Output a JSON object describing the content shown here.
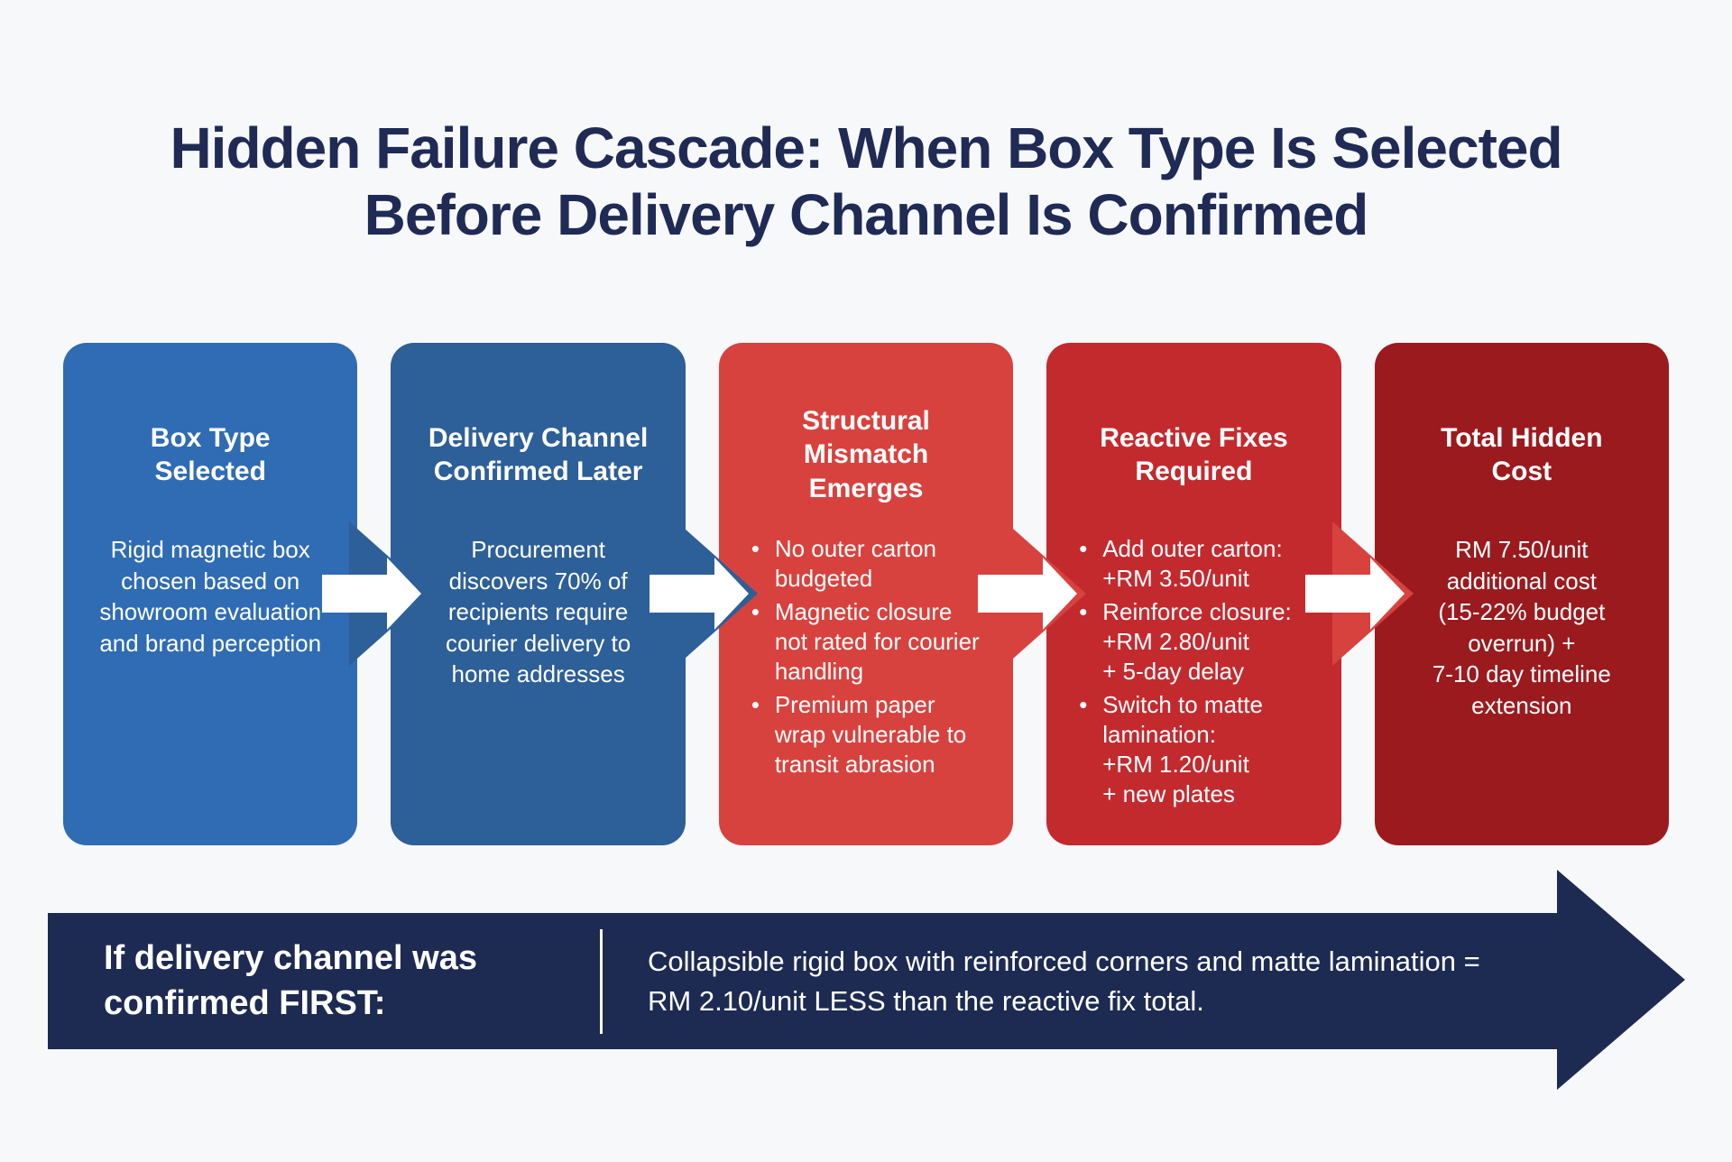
{
  "title": "Hidden Failure Cascade: When Box Type Is Selected Before Delivery Channel Is Confirmed",
  "colors": {
    "background": "#f7f8fa",
    "title_text": "#1f2b55",
    "banner_navy": "#1d2a52",
    "box_text": "#ffffff"
  },
  "stages": [
    {
      "heading": "Box Type Selected",
      "body": "Rigid magnetic box chosen based on showroom evaluation and brand perception",
      "color": "#2f6cb4"
    },
    {
      "heading": "Delivery Channel Confirmed Later",
      "body": "Procurement discovers 70% of recipients require courier delivery to home addresses",
      "color": "#2d5f98"
    },
    {
      "heading": "Structural Mismatch Emerges",
      "bullets": [
        "No outer carton budgeted",
        "Magnetic closure not rated for courier handling",
        "Premium paper wrap vulnerable to transit abrasion"
      ],
      "color": "#d8423e"
    },
    {
      "heading": "Reactive Fixes Required",
      "bullets": [
        "Add outer carton:\n+RM 3.50/unit",
        "Reinforce closure:\n+RM 2.80/unit\n+ 5-day delay",
        "Switch to matte lamination:\n+RM 1.20/unit\n+ new plates"
      ],
      "color": "#c32a2e"
    },
    {
      "heading": "Total Hidden Cost",
      "body": "RM 7.50/unit additional cost\n(15-22% budget overrun) +\n7-10 day timeline extension",
      "color": "#9b1a1e"
    }
  ],
  "connectors": [
    {
      "color": "#2d5f98"
    },
    {
      "color": "#2d5f98"
    },
    {
      "color": "#d8423e"
    },
    {
      "color": "#d8423e"
    }
  ],
  "banner": {
    "label": "If delivery channel was confirmed FIRST:",
    "text": "Collapsible rigid box with reinforced corners and matte lamination = RM 2.10/unit LESS than the reactive fix total.",
    "color": "#1d2a52"
  }
}
